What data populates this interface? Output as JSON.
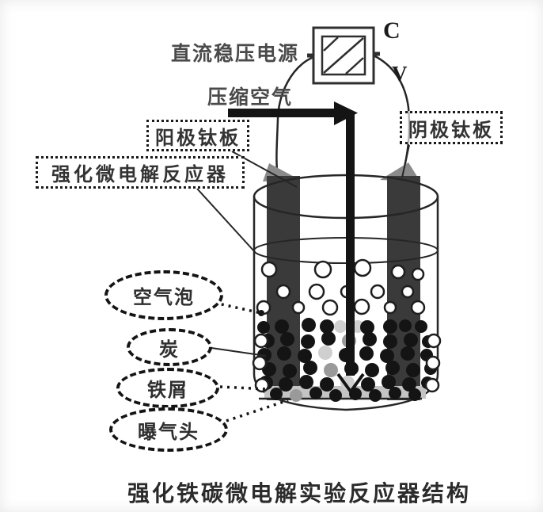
{
  "labels": {
    "power_supply": "直流稳压电源",
    "compressed_air": "压缩空气",
    "terminal_c": "C",
    "terminal_v": "V",
    "anode_plate": "阳极钛板",
    "cathode_plate": "阴极钛板",
    "reactor": "强化微电解反应器",
    "air_bubble": "空气泡",
    "carbon": "炭",
    "iron_filings": "铁屑",
    "aerator_head": "曝气头",
    "caption": "强化铁碳微电解实验反应器结构"
  },
  "colors": {
    "ink": "#262626",
    "pipe": "#141414",
    "electrode": "#3a3a3a",
    "electrode_flag": "#8a8a8a",
    "bed_gray": "#9a9a9a",
    "bed_light": "#cfcfcf",
    "background": "#ffffff"
  },
  "diagram": {
    "shades": {
      "k": "#141414",
      "g": "#9a9a9a",
      "l": "#cfcfcf"
    },
    "bubbles": [
      [
        340,
        340,
        9
      ],
      [
        408,
        340,
        10
      ],
      [
        458,
        338,
        10
      ],
      [
        503,
        343,
        8
      ],
      [
        528,
        346,
        7
      ],
      [
        358,
        368,
        8
      ],
      [
        400,
        368,
        9
      ],
      [
        438,
        368,
        7
      ],
      [
        477,
        368,
        8
      ],
      [
        515,
        368,
        7
      ],
      [
        333,
        388,
        8
      ],
      [
        377,
        388,
        7
      ],
      [
        417,
        388,
        9
      ],
      [
        457,
        387,
        9
      ],
      [
        493,
        388,
        7
      ],
      [
        528,
        388,
        8
      ]
    ],
    "bed": [
      [
        333,
        413,
        8,
        "k"
      ],
      [
        356,
        412,
        9,
        "k"
      ],
      [
        390,
        410,
        9,
        "k"
      ],
      [
        413,
        412,
        9,
        "k"
      ],
      [
        430,
        412,
        8,
        "l"
      ],
      [
        452,
        412,
        8,
        "l"
      ],
      [
        464,
        413,
        9,
        "k"
      ],
      [
        493,
        412,
        9,
        "k"
      ],
      [
        512,
        411,
        8,
        "k"
      ],
      [
        532,
        412,
        8,
        "k"
      ],
      [
        338,
        430,
        9,
        "k"
      ],
      [
        363,
        428,
        9,
        "k"
      ],
      [
        389,
        431,
        9,
        "k"
      ],
      [
        415,
        427,
        9,
        "k"
      ],
      [
        441,
        430,
        9,
        "g"
      ],
      [
        467,
        428,
        9,
        "k"
      ],
      [
        493,
        431,
        9,
        "k"
      ],
      [
        519,
        429,
        9,
        "k"
      ],
      [
        541,
        431,
        8,
        "k"
      ],
      [
        334,
        448,
        9,
        "k"
      ],
      [
        359,
        446,
        9,
        "k"
      ],
      [
        385,
        449,
        9,
        "k"
      ],
      [
        411,
        445,
        9,
        "l"
      ],
      [
        437,
        448,
        9,
        "k"
      ],
      [
        463,
        446,
        9,
        "k"
      ],
      [
        489,
        449,
        9,
        "k"
      ],
      [
        515,
        446,
        9,
        "k"
      ],
      [
        539,
        448,
        8,
        "k"
      ],
      [
        340,
        466,
        9,
        "k"
      ],
      [
        366,
        468,
        9,
        "k"
      ],
      [
        392,
        464,
        9,
        "k"
      ],
      [
        418,
        467,
        9,
        "g"
      ],
      [
        444,
        465,
        9,
        "k"
      ],
      [
        470,
        467,
        9,
        "k"
      ],
      [
        496,
        464,
        9,
        "k"
      ],
      [
        522,
        467,
        9,
        "k"
      ],
      [
        544,
        465,
        8,
        "k"
      ],
      [
        336,
        483,
        9,
        "k"
      ],
      [
        361,
        485,
        9,
        "k"
      ],
      [
        387,
        482,
        9,
        "k"
      ],
      [
        413,
        485,
        9,
        "k"
      ],
      [
        439,
        483,
        9,
        "l"
      ],
      [
        465,
        485,
        9,
        "k"
      ],
      [
        491,
        482,
        9,
        "k"
      ],
      [
        517,
        485,
        9,
        "k"
      ],
      [
        540,
        483,
        8,
        "k"
      ],
      [
        349,
        497,
        8,
        "k"
      ],
      [
        374,
        499,
        8,
        "g"
      ],
      [
        399,
        496,
        8,
        "k"
      ],
      [
        424,
        499,
        8,
        "k"
      ],
      [
        449,
        497,
        8,
        "k"
      ],
      [
        474,
        499,
        8,
        "k"
      ],
      [
        499,
        496,
        8,
        "k"
      ],
      [
        524,
        498,
        8,
        "k"
      ]
    ],
    "wall_rings": [
      [
        330,
        430,
        8
      ],
      [
        328,
        458,
        8
      ],
      [
        331,
        486,
        8
      ],
      [
        548,
        430,
        8
      ],
      [
        547,
        458,
        8
      ],
      [
        546,
        486,
        8
      ]
    ]
  }
}
